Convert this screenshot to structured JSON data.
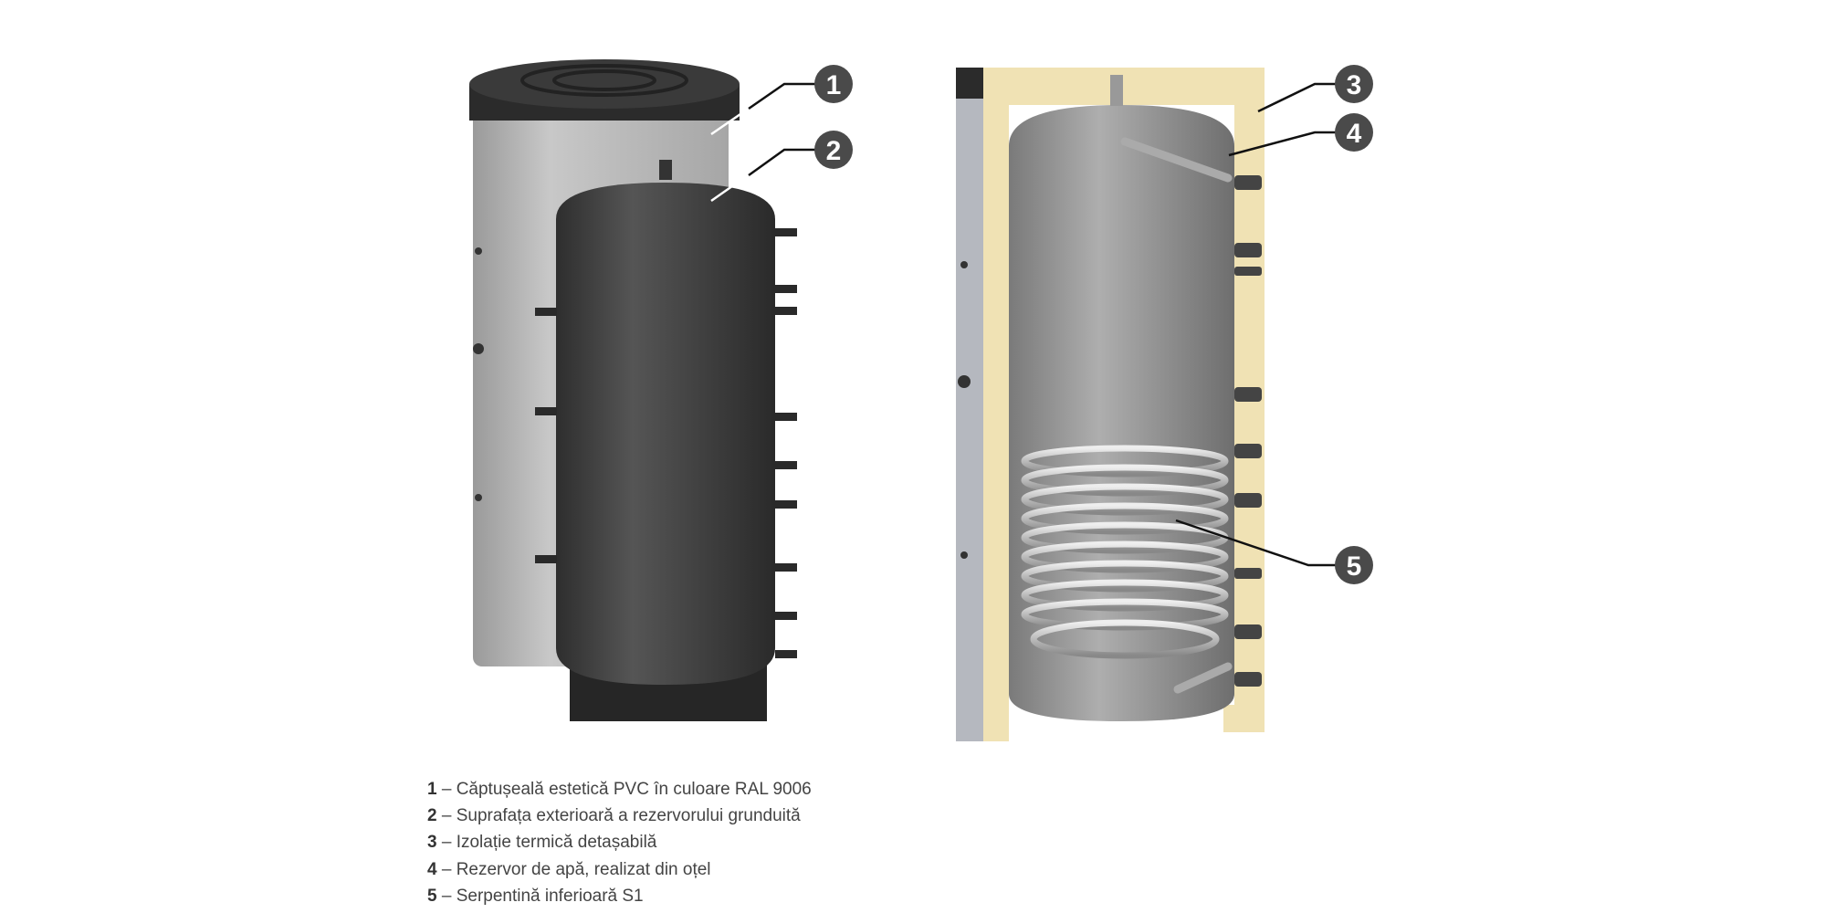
{
  "callouts": [
    "1",
    "2",
    "3",
    "4",
    "5"
  ],
  "legend": [
    {
      "num": "1",
      "text": " – Căptușeală estetică PVC în culoare RAL 9006"
    },
    {
      "num": "2",
      "text": " – Suprafața exterioară a rezervorului grunduită"
    },
    {
      "num": "3",
      "text": " – Izolație termică detașabilă"
    },
    {
      "num": "4",
      "text": " – Rezervor de apă, realizat din oțel"
    },
    {
      "num": "5",
      "text": " – Serpentină inferioară S1"
    }
  ],
  "colors": {
    "callout": "#4a4a4a",
    "insulation": "#f0e2b4",
    "tank": "#3e3e3e",
    "shell": "#b8b8b8"
  }
}
